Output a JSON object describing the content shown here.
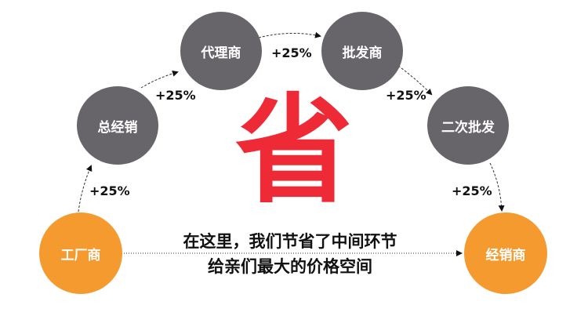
{
  "nodes": {
    "factory": "工厂商",
    "general_distributor": "总经销",
    "agent": "代理商",
    "wholesaler": "批发商",
    "secondary_wholesale": "二次批发",
    "dealer": "经销商"
  },
  "markup_label": "+25%",
  "center_char": "省",
  "message": {
    "line1": "在这里，我们节省了中间环节",
    "line2": "给亲们最大的价格空间"
  },
  "colors": {
    "gray": "#67656a",
    "orange": "#f59a2f",
    "red": "#ee2a36"
  }
}
